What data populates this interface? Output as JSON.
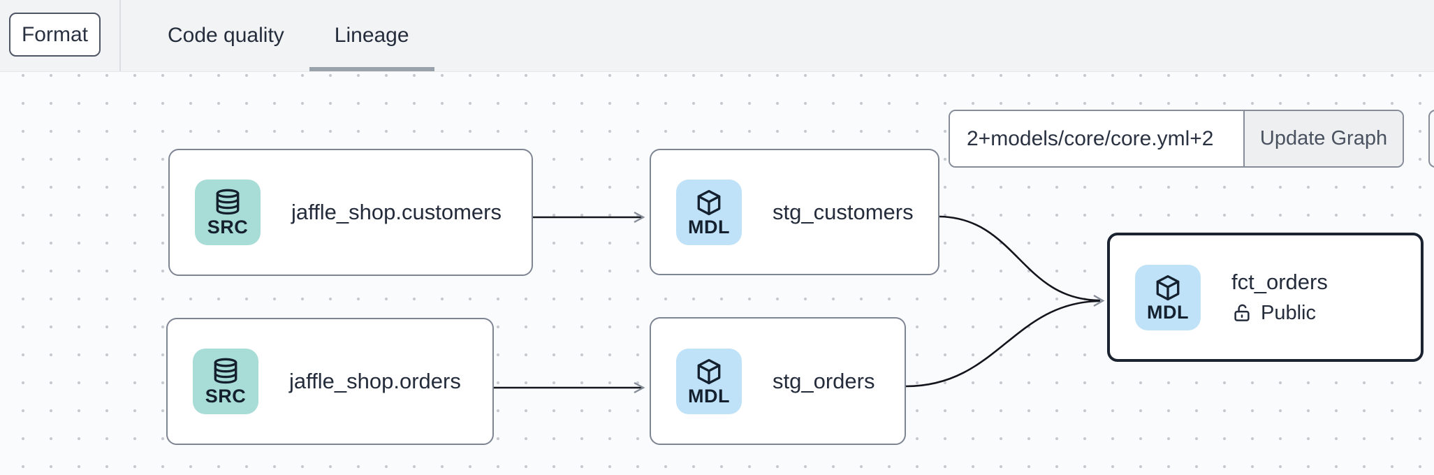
{
  "toolbar": {
    "format_label": "Format",
    "tabs": [
      {
        "label": "Code quality",
        "active": false
      },
      {
        "label": "Lineage",
        "active": true
      }
    ]
  },
  "graph_controls": {
    "selector_value": "2+models/core/core.yml+2",
    "update_button_label": "Update Graph"
  },
  "nodes": [
    {
      "id": "source.jaffle_shop.customers",
      "title": "jaffle_shop.customers",
      "badge_label": "SRC",
      "type": "source",
      "icon": "database-icon",
      "selected": false
    },
    {
      "id": "model.stg_customers",
      "title": "stg_customers",
      "badge_label": "MDL",
      "type": "model",
      "icon": "cube-icon",
      "selected": false
    },
    {
      "id": "source.jaffle_shop.orders",
      "title": "jaffle_shop.orders",
      "badge_label": "SRC",
      "type": "source",
      "icon": "database-icon",
      "selected": false
    },
    {
      "id": "model.stg_orders",
      "title": "stg_orders",
      "badge_label": "MDL",
      "type": "model",
      "icon": "cube-icon",
      "selected": false
    },
    {
      "id": "model.fct_orders",
      "title": "fct_orders",
      "badge_label": "MDL",
      "type": "model",
      "icon": "cube-icon",
      "selected": true,
      "access_label": "Public",
      "access_icon": "unlock-icon"
    }
  ],
  "edges": [
    {
      "from": "jaffle_shop.customers",
      "to": "stg_customers"
    },
    {
      "from": "jaffle_shop.orders",
      "to": "stg_orders"
    },
    {
      "from": "stg_customers",
      "to": "fct_orders"
    },
    {
      "from": "stg_orders",
      "to": "fct_orders"
    }
  ],
  "colors": {
    "source_badge_bg": "#a8dcd6",
    "model_badge_bg": "#bfe2f8",
    "node_border": "#7d8492",
    "selected_node_border": "#1b2230",
    "tab_underline": "#99a1ab",
    "edge_line": "#12151c",
    "canvas_bg": "#fafbfd",
    "topbar_bg": "#f2f3f5"
  }
}
